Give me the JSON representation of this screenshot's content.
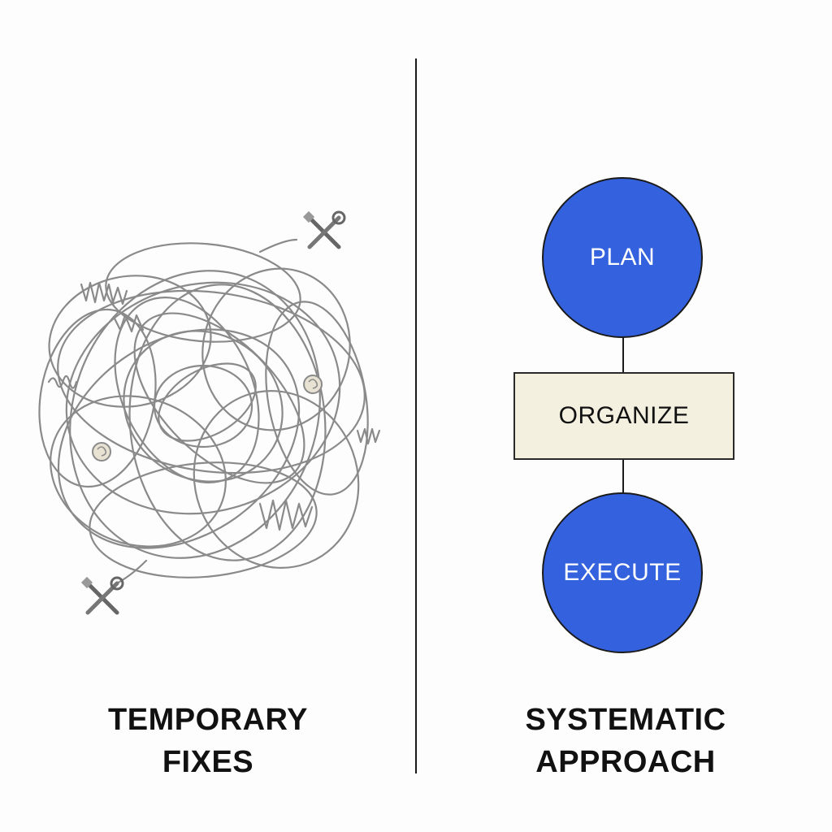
{
  "left_panel": {
    "caption_line1": "TEMPORARY",
    "caption_line2": "FIXES"
  },
  "right_panel": {
    "caption_line1": "SYSTEMATIC",
    "caption_line2": "APPROACH",
    "steps": {
      "plan": "PLAN",
      "organize": "ORGANIZE",
      "execute": "EXECUTE"
    }
  },
  "colors": {
    "circle_fill": "#3461de",
    "box_fill": "#f3f0e0",
    "scribble": "#8a8a8a"
  },
  "icons": [
    "tools-icon",
    "tools-icon",
    "bandage-icon",
    "bandage-icon"
  ]
}
